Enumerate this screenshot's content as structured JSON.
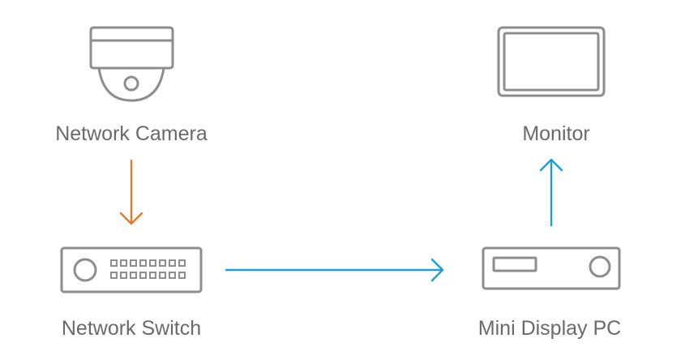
{
  "nodes": {
    "camera": {
      "label": "Network Camera",
      "icon": "dome-camera-icon"
    },
    "switch": {
      "label": "Network Switch",
      "icon": "network-switch-icon"
    },
    "pc": {
      "label": "Mini Display PC",
      "icon": "mini-pc-icon"
    },
    "monitor": {
      "label": "Monitor",
      "icon": "monitor-icon"
    }
  },
  "edges": [
    {
      "from": "Network Camera",
      "to": "Network Switch",
      "color": "#e07a2e"
    },
    {
      "from": "Network Switch",
      "to": "Mini Display PC",
      "color": "#1a9fd8"
    },
    {
      "from": "Mini Display PC",
      "to": "Monitor",
      "color": "#1a9fd8"
    }
  ],
  "colors": {
    "icon_stroke": "#8d8d8d",
    "label_text": "#6a6a6a",
    "camera_link": "#e07a2e",
    "display_link": "#1a9fd8"
  }
}
